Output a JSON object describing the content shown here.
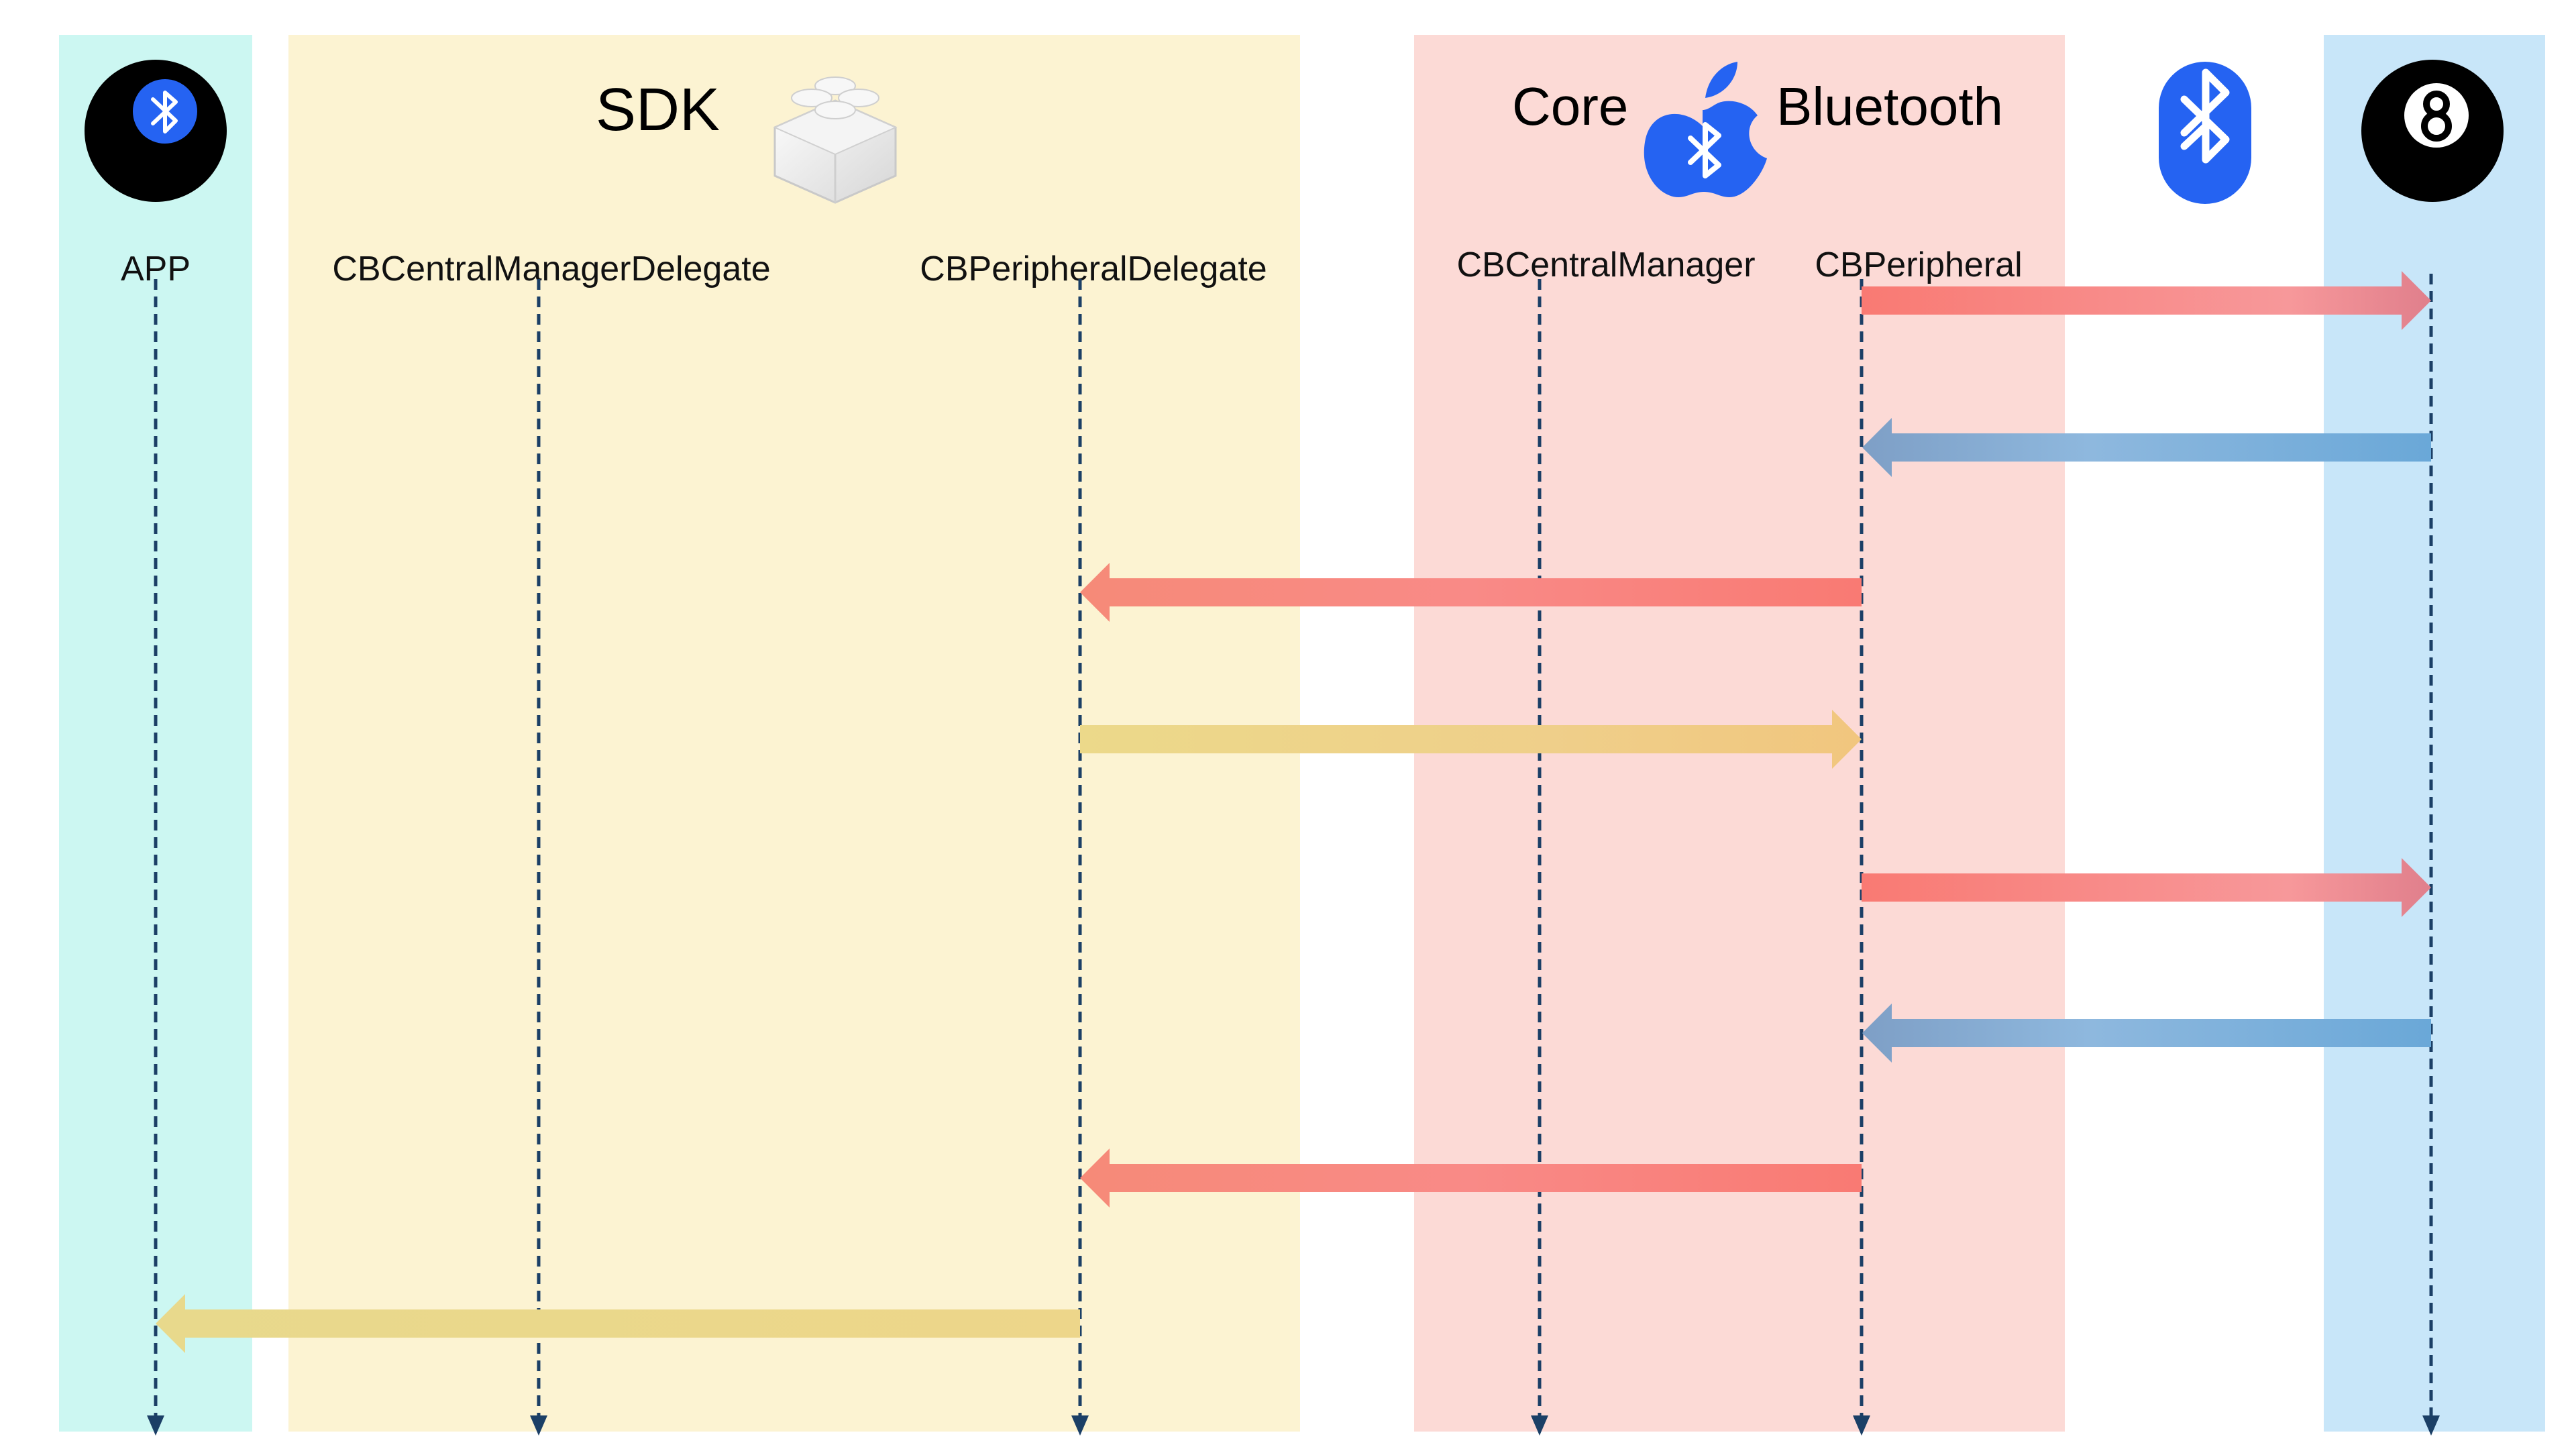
{
  "groups": {
    "sdk": {
      "title": "SDK",
      "color": "#fcf3d2"
    },
    "core_bluetooth": {
      "title_left": "Core",
      "title_right": "Bluetooth",
      "color": "#fcdad6"
    },
    "app": {
      "color": "#ccf7f2"
    },
    "device": {
      "color": "#c8e6f9"
    }
  },
  "participants": [
    {
      "id": "app",
      "label": "APP"
    },
    {
      "id": "cbcmd",
      "label": "CBCentralManagerDelegate"
    },
    {
      "id": "cbpd",
      "label": "CBPeripheralDelegate"
    },
    {
      "id": "cbcm",
      "label": "CBCentralManager"
    },
    {
      "id": "cbp",
      "label": "CBPeripheral"
    },
    {
      "id": "device",
      "label": ""
    }
  ],
  "messages": [
    {
      "from": "cbp",
      "to": "device",
      "color": "red"
    },
    {
      "from": "device",
      "to": "cbp",
      "color": "blue"
    },
    {
      "from": "cbp",
      "to": "cbpd",
      "color": "red"
    },
    {
      "from": "cbpd",
      "to": "cbp",
      "color": "yellow"
    },
    {
      "from": "cbp",
      "to": "device",
      "color": "red"
    },
    {
      "from": "device",
      "to": "cbp",
      "color": "blue"
    },
    {
      "from": "cbp",
      "to": "cbpd",
      "color": "red"
    },
    {
      "from": "cbpd",
      "to": "app",
      "color": "yellow"
    }
  ],
  "icons": [
    "app-icon",
    "sdk-lego-icon",
    "apple-bluetooth-icon",
    "bluetooth-icon",
    "device-eight-ball-icon"
  ],
  "colors": {
    "lifeline": "#1b3f66",
    "red": "#f98a87",
    "blue": "#89b3d9",
    "yellow": "#eed88c",
    "icon_blue": "#2563f2",
    "icon_black": "#000000"
  }
}
